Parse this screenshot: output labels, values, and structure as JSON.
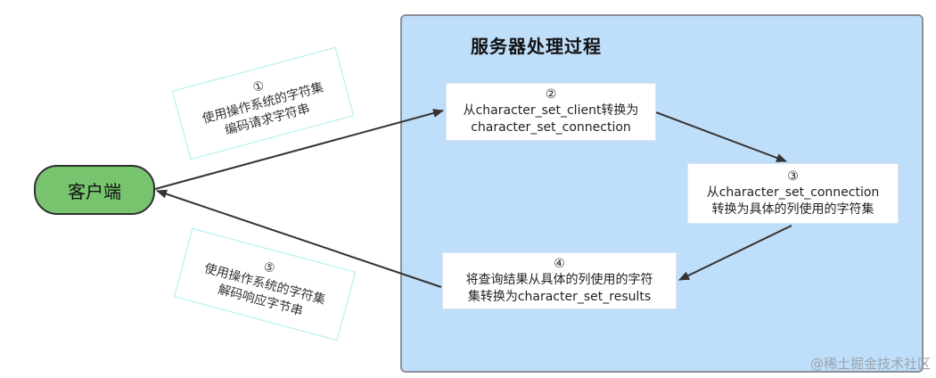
{
  "panel": {
    "title": "服务器处理过程"
  },
  "client": {
    "label": "客户端"
  },
  "steps": [
    {
      "num": "②",
      "lines": [
        "从character_set_client转换为",
        "character_set_connection"
      ]
    },
    {
      "num": "③",
      "lines": [
        "从character_set_connection",
        "转换为具体的列使用的字符集"
      ]
    },
    {
      "num": "④",
      "lines": [
        "将查询结果从具体的列使用的字符",
        "集转换为character_set_results"
      ]
    }
  ],
  "notes": [
    {
      "num": "①",
      "lines": [
        "使用操作系统的字符集",
        "编码请求字符串"
      ]
    },
    {
      "num": "⑤",
      "lines": [
        "使用操作系统的字符集",
        "解码响应字节串"
      ]
    }
  ],
  "watermark": "@稀土掘金技术社区",
  "colors": {
    "panel_bg": "#bfdef9",
    "client_bg": "#77c36e",
    "arrow": "#333333",
    "note_border": "#a9ecec"
  }
}
